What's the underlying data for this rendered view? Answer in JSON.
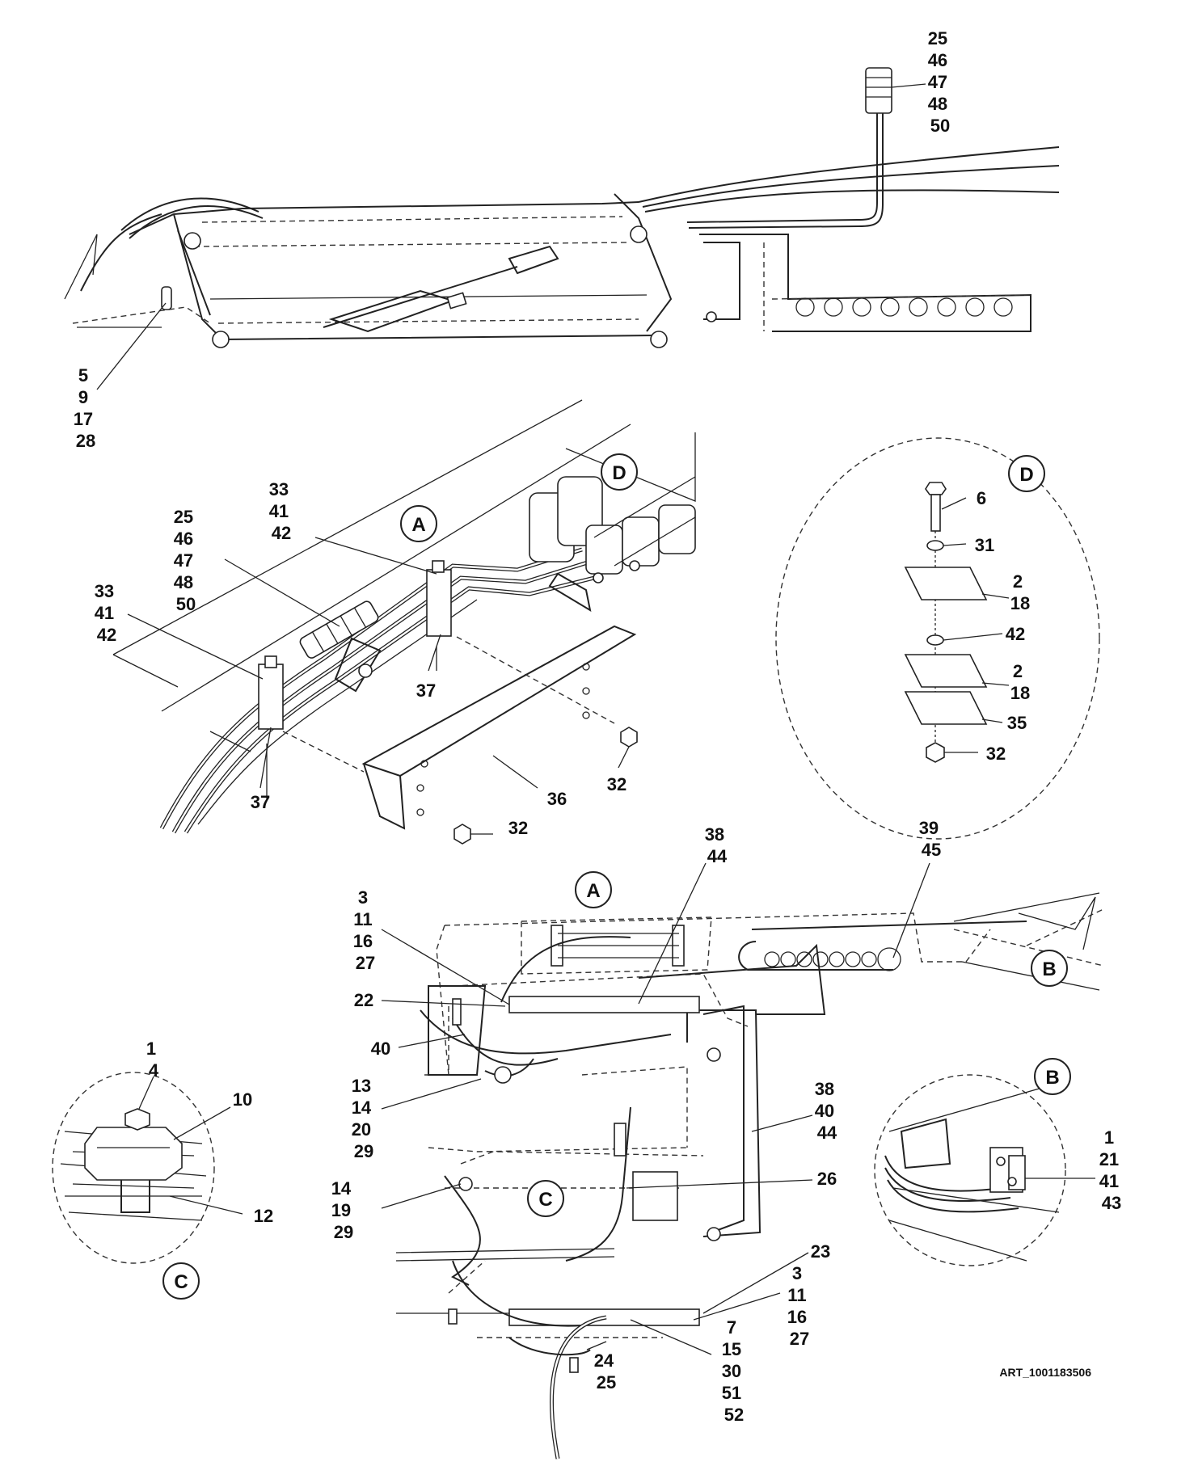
{
  "art_id": "ART_1001183506",
  "view_bubbles": {
    "a_top": "A",
    "d_top": "D",
    "d_detail": "D",
    "a_bottom": "A",
    "b_bottom": "B",
    "c_bottom": "C",
    "b_detail": "B",
    "c_detail": "C"
  },
  "labels": {
    "top_connector": [
      "25",
      "46",
      "47",
      "48",
      "50"
    ],
    "top_clamp": [
      "5",
      "9",
      "17",
      "28"
    ],
    "a_mid_clamp": [
      "33",
      "41",
      "42"
    ],
    "a_connector": [
      "25",
      "46",
      "47",
      "48",
      "50"
    ],
    "a_left_clamp": [
      "33",
      "41",
      "42"
    ],
    "a_bracket_right": "37",
    "a_bracket_left": "37",
    "a_cover": "36",
    "a_nut_right": "32",
    "a_nut_bottom": "32",
    "d_bolt": "6",
    "d_washer": "31",
    "d_plate1": [
      "2",
      "18"
    ],
    "d_spacer": "42",
    "d_plate2": [
      "2",
      "18"
    ],
    "d_plate3": "35",
    "d_nut": "32",
    "b_track": [
      "38",
      "44"
    ],
    "b_chain": [
      "39",
      "45"
    ],
    "b_tie_upper": [
      "3",
      "11",
      "16",
      "27"
    ],
    "b_harness_22": "22",
    "b_harness_40": "40",
    "b_sensor": [
      "13",
      "14",
      "20",
      "29"
    ],
    "b_right_harness": [
      "38",
      "40",
      "44"
    ],
    "b_connector_26": "26",
    "b_left_sensor": [
      "14",
      "19",
      "29"
    ],
    "b_tie_23": "23",
    "b_tie_lower": [
      "3",
      "11",
      "16",
      "27"
    ],
    "b_lower_group": [
      "7",
      "15",
      "30",
      "51",
      "52"
    ],
    "b_connector_bottom": [
      "24",
      "25"
    ],
    "c_detail_top": [
      "1",
      "4"
    ],
    "c_detail_10": "10",
    "c_detail_12": "12",
    "b_detail_group": [
      "1",
      "21",
      "41",
      "43"
    ]
  }
}
